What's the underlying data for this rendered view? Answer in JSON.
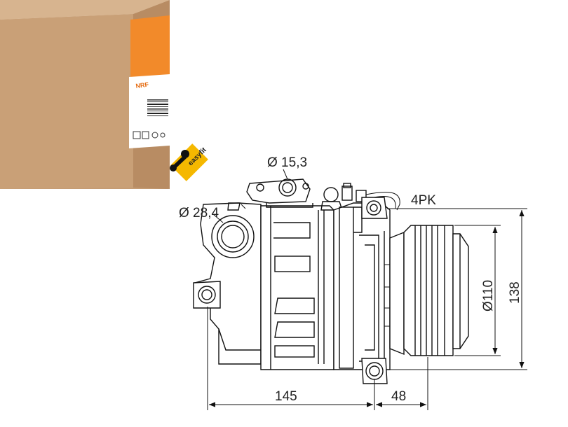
{
  "box": {
    "brand": "NRF",
    "color_box": "#c49a72",
    "color_label": "#f28a2a"
  },
  "badge": {
    "text": "easyfit",
    "color": "#f5b800"
  },
  "diagram": {
    "dims": {
      "d_outlet": "Ø 15,3",
      "d_inlet": "Ø 28,4",
      "belt": "4PK",
      "pulley": "Ø110",
      "height": "138",
      "length_body": "145",
      "length_clutch": "48"
    }
  }
}
